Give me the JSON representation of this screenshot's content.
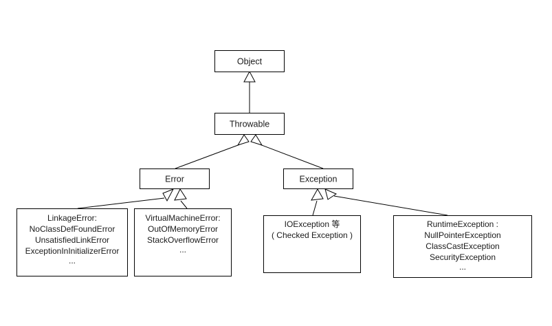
{
  "diagram": {
    "type": "class-hierarchy",
    "title": "Java Throwable hierarchy",
    "colors": {
      "background": "#ffffff",
      "stroke": "#000000",
      "text": "#1a1a1a",
      "box_fill": "#ffffff"
    },
    "nodes": {
      "object": {
        "label": "Object"
      },
      "throwable": {
        "label": "Throwable"
      },
      "error": {
        "label": "Error"
      },
      "exception": {
        "label": "Exception"
      },
      "linkage_error": {
        "lines": [
          "LinkageError:",
          "NoClassDefFoundError",
          "UnsatisfiedLinkError",
          "ExceptionInInitializerError",
          "..."
        ]
      },
      "virtual_machine_error": {
        "lines": [
          "VirtualMachineError:",
          "OutOfMemoryError",
          "StackOverflowError",
          "..."
        ]
      },
      "io_exception": {
        "lines": [
          "IOException 等",
          "( Checked Exception )"
        ]
      },
      "runtime_exception": {
        "lines": [
          "RuntimeException :",
          "NullPointerException",
          "ClassCastException",
          "SecurityException",
          "..."
        ]
      }
    },
    "edges": [
      {
        "from": "throwable",
        "to": "object",
        "kind": "generalization"
      },
      {
        "from": "error",
        "to": "throwable",
        "kind": "generalization"
      },
      {
        "from": "exception",
        "to": "throwable",
        "kind": "generalization"
      },
      {
        "from": "linkage_error",
        "to": "error",
        "kind": "generalization"
      },
      {
        "from": "virtual_machine_error",
        "to": "error",
        "kind": "generalization"
      },
      {
        "from": "io_exception",
        "to": "exception",
        "kind": "generalization"
      },
      {
        "from": "runtime_exception",
        "to": "exception",
        "kind": "generalization"
      }
    ]
  }
}
